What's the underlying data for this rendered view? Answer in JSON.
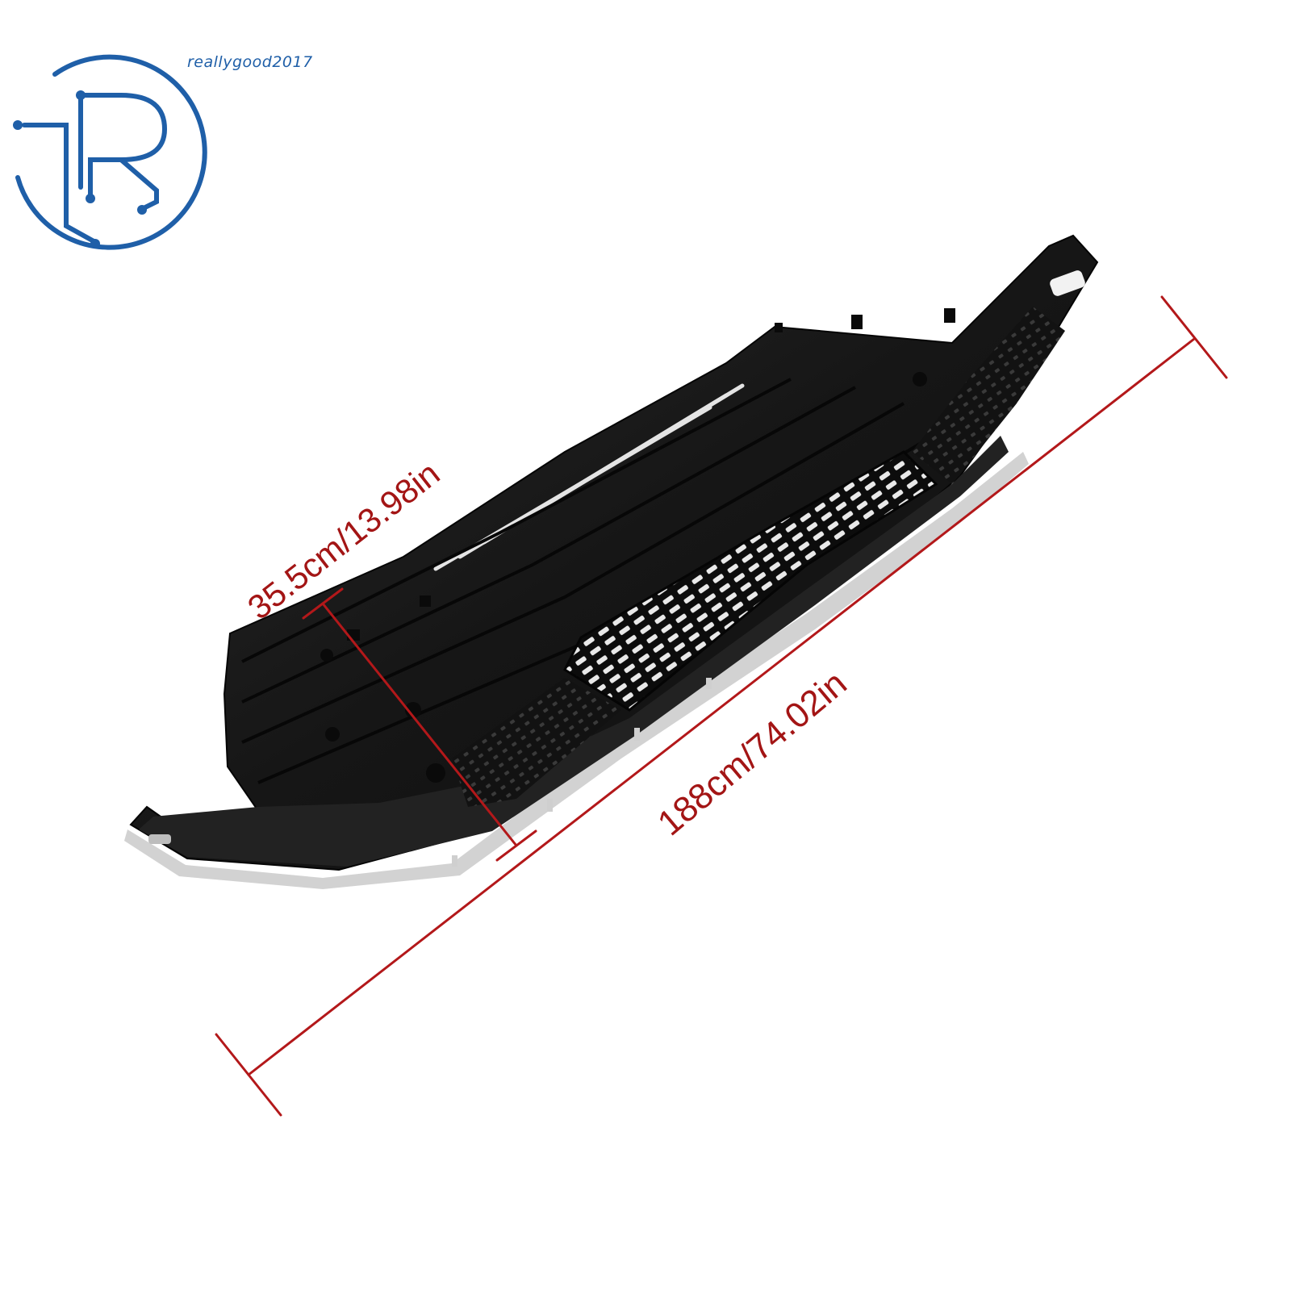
{
  "watermark": {
    "brand_text": "reallygood2017",
    "logo_letter": "R",
    "logo_color": "#1f5fa8"
  },
  "product": {
    "subject": "front-bumper-lower-grille",
    "body_color": "#141414",
    "trim_color": "#c8c8c8"
  },
  "dimensions": {
    "width_label": "35.5cm/13.98in",
    "length_label": "188cm/74.02in",
    "line_color": "#b3181a"
  }
}
